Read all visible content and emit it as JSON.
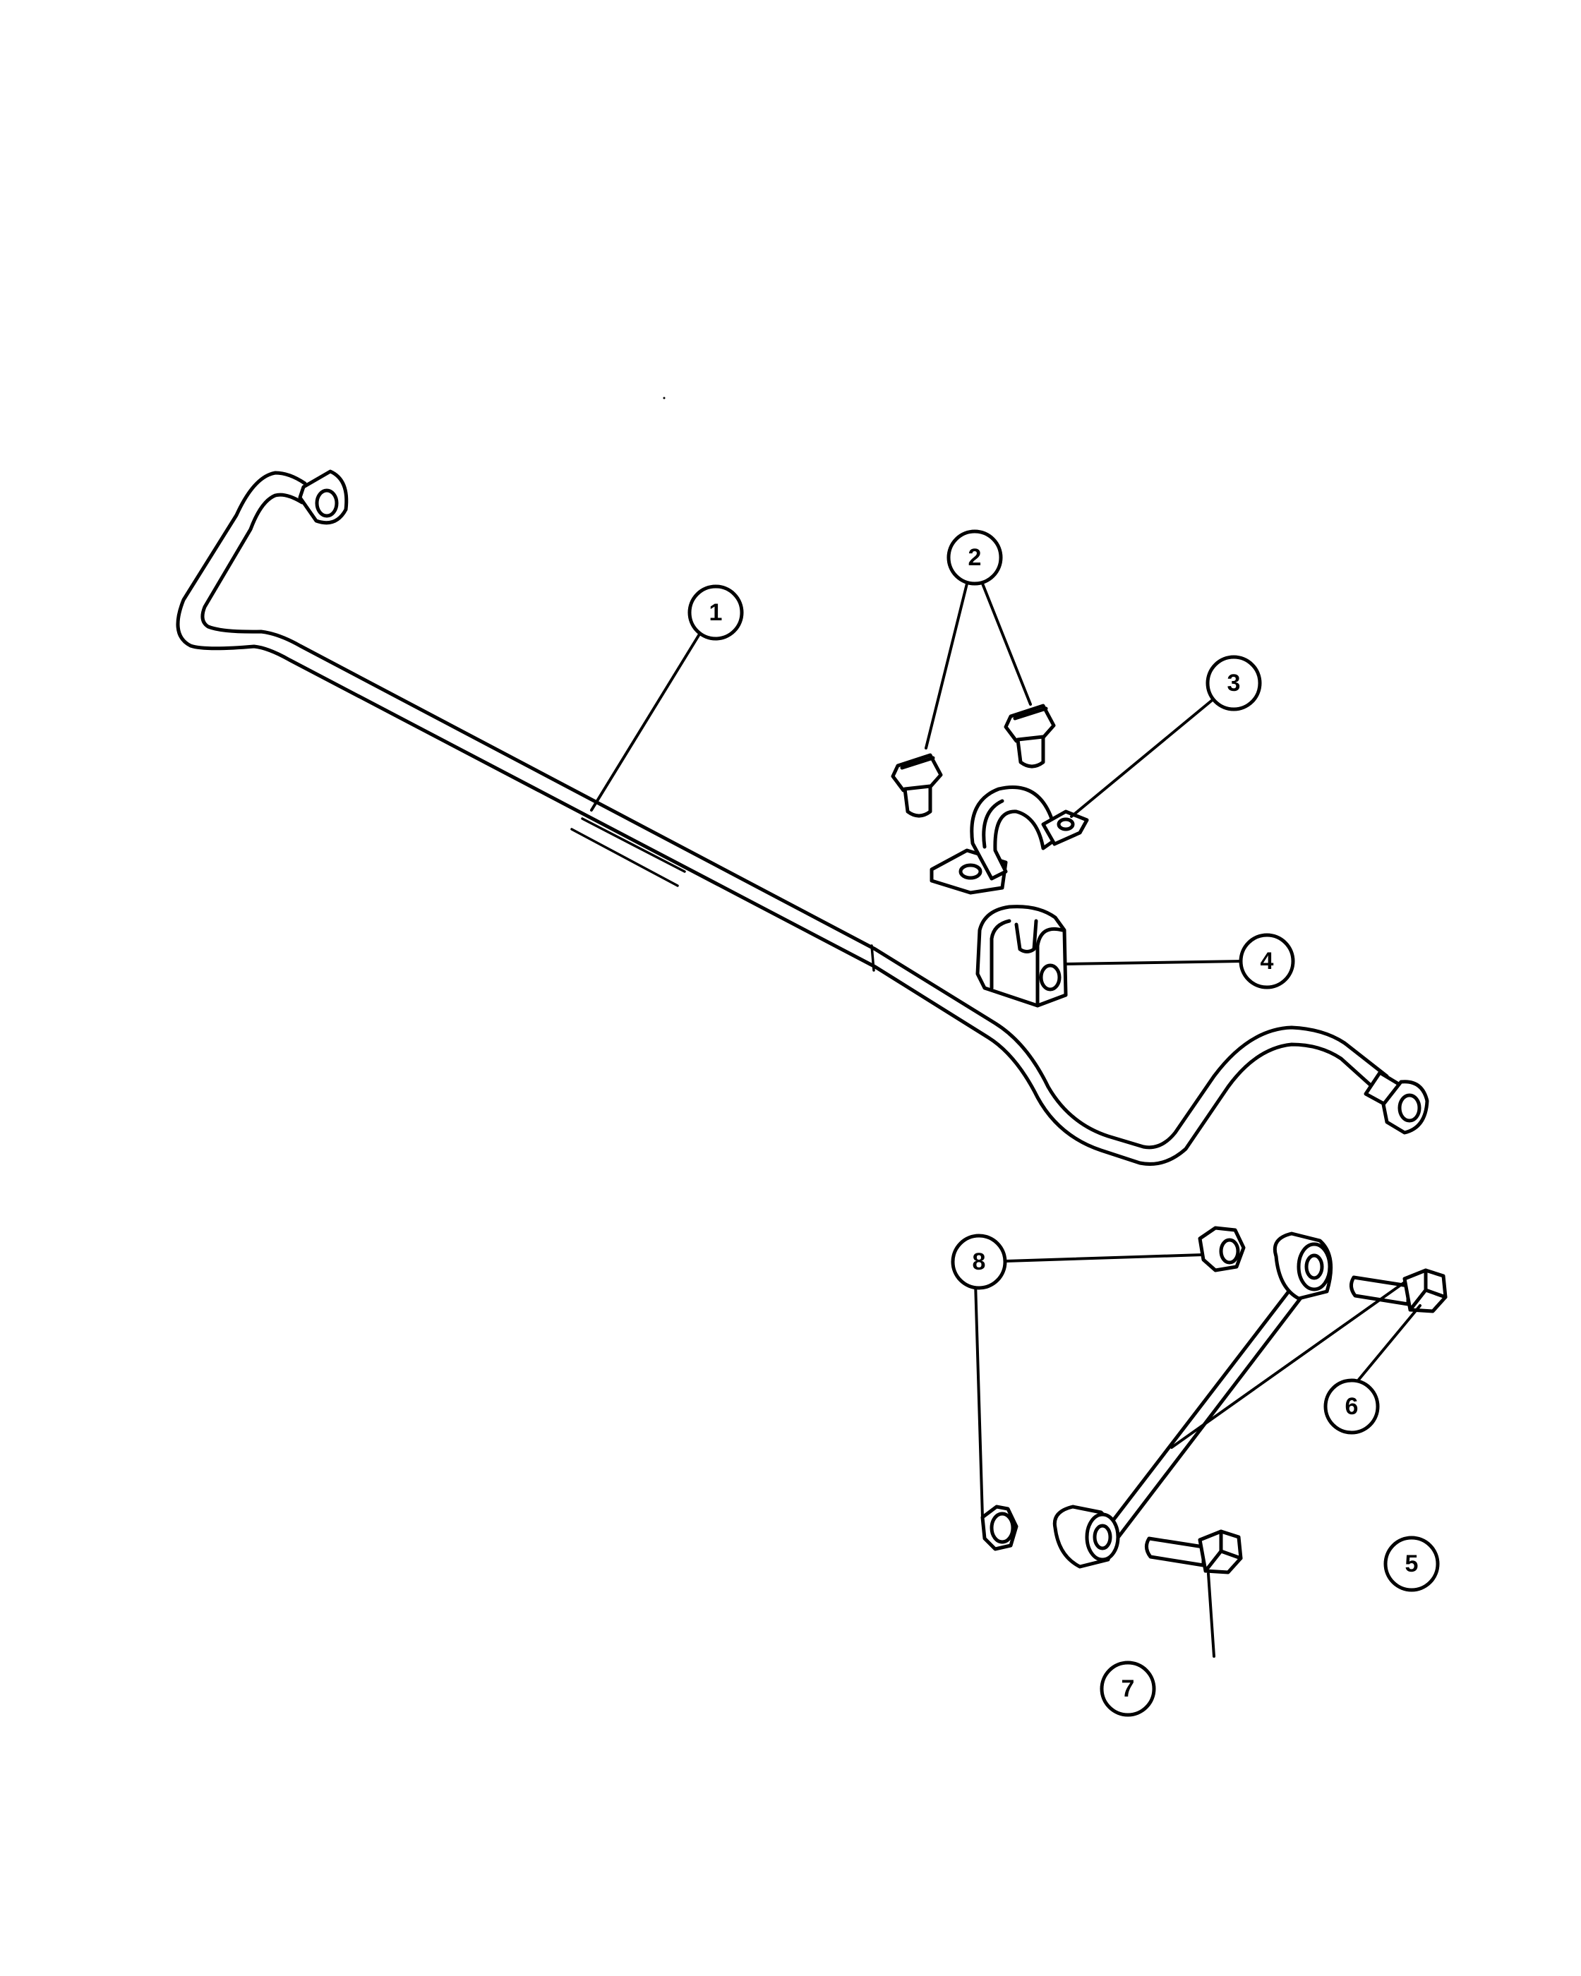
{
  "callouts": {
    "c1": "1",
    "c2": "2",
    "c3": "3",
    "c4": "4",
    "c5": "5",
    "c6": "6",
    "c7": "7",
    "c8": "8"
  },
  "parts": {
    "stabilizer_bar": "stabilizer-bar",
    "bracket_bolts": "bolt",
    "bushing_retainer": "bushing-retainer",
    "bushing": "bushing",
    "link": "stabilizer-link",
    "link_bolt_upper": "bolt",
    "link_bolt_lower": "bolt",
    "nut": "nut"
  }
}
